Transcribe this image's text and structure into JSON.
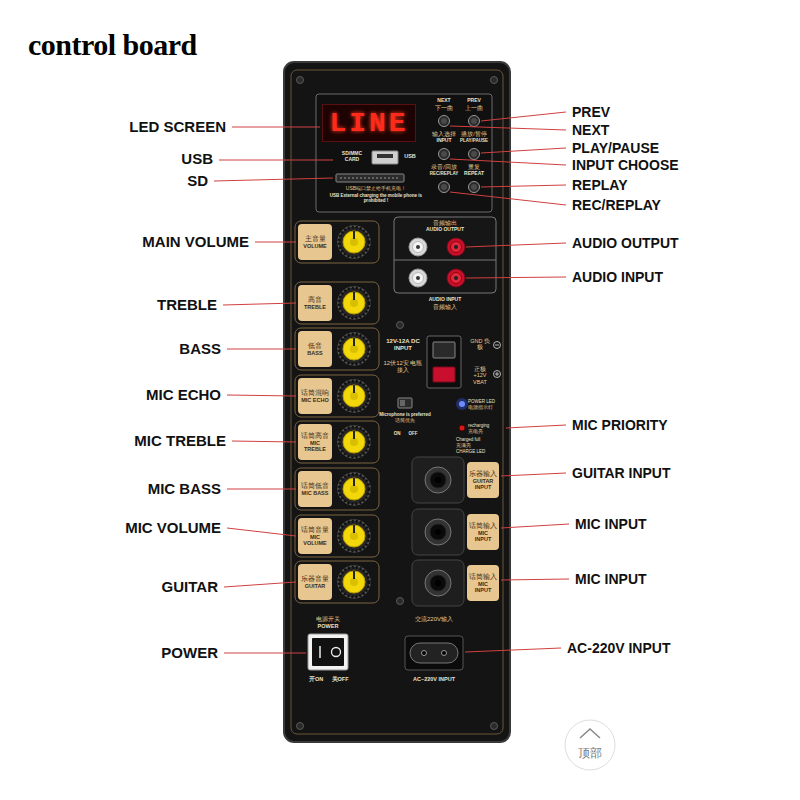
{
  "diagram": {
    "title": "control board",
    "nodes": [
      {
        "text": [
          "LINE"
        ]
      },
      {
        "text": [
          "主音量",
          "VOLUME"
        ]
      },
      {
        "text": [
          "高音",
          "TREBLE"
        ]
      },
      {
        "text": [
          "低音",
          "BASS"
        ]
      },
      {
        "text": [
          "话筒混响",
          "MIC ECHO"
        ]
      },
      {
        "text": [
          "话筒高音",
          "MIC TREBLE"
        ]
      },
      {
        "text": [
          "话筒低音",
          "MIC BASS"
        ]
      },
      {
        "text": [
          "话筒音量",
          "MIC VOLUME"
        ]
      },
      {
        "text": [
          "乐器音量",
          "GUITAR"
        ]
      },
      {
        "text": [
          "乐器输入",
          "GUITAR INPUT"
        ]
      },
      {
        "text": [
          "话筒输入",
          "MIC INPUT"
        ]
      },
      {
        "text": [
          "话筒输入",
          "MIC INPUT"
        ]
      },
      {
        "text": [
          "顶部"
        ]
      }
    ],
    "labels": [
      "LED SCREEN",
      "USB",
      "SD",
      "MAIN VOLUME",
      "TREBLE",
      "BASS",
      "MIC ECHO",
      "MIC TREBLE",
      "MIC BASS",
      "MIC VOLUME",
      "GUITAR",
      "POWER",
      "PREV",
      "NEXT",
      "PLAY/PAUSE",
      "INPUT CHOOSE",
      "REPLAY",
      "REC/REPLAY",
      "AUDIO OUTPUT",
      "AUDIO INPUT",
      "MIC PRIORITY",
      "GUITAR INPUT",
      "MIC INPUT",
      "MIC INPUT",
      "AC-220V INPUT",
      "NEXT",
      "下一曲",
      "PREV",
      "上一曲",
      "输入选择",
      "INPUT",
      "播放/暂停",
      "PLAY/PAUSE",
      "录音/回放",
      "REC/REPLAY",
      "重复",
      "REPEAT",
      "SD/MMC CARD",
      "USB",
      "USB端口禁止给手机充电！",
      "USB External charging the mobile phone is prohibited !",
      "音频输出",
      "AUDIO OUTPUT",
      "AUDIO INPUT",
      "音频输入",
      "12V-12A DC INPUT",
      "12伏12安 电瓶接入",
      "GND 负极",
      "正极 +12V VBAT",
      "Microphone is preferred",
      "话筒优先",
      "ON",
      "OFF",
      "POWER LED",
      "电源指示灯",
      "recharging",
      "充电亮",
      "Charged full",
      "充满亮",
      "CHARGE LED",
      "电源开关",
      "POWER",
      "开ON",
      "关OFF",
      "交流220V输入",
      "AC~220V INPUT"
    ]
  }
}
